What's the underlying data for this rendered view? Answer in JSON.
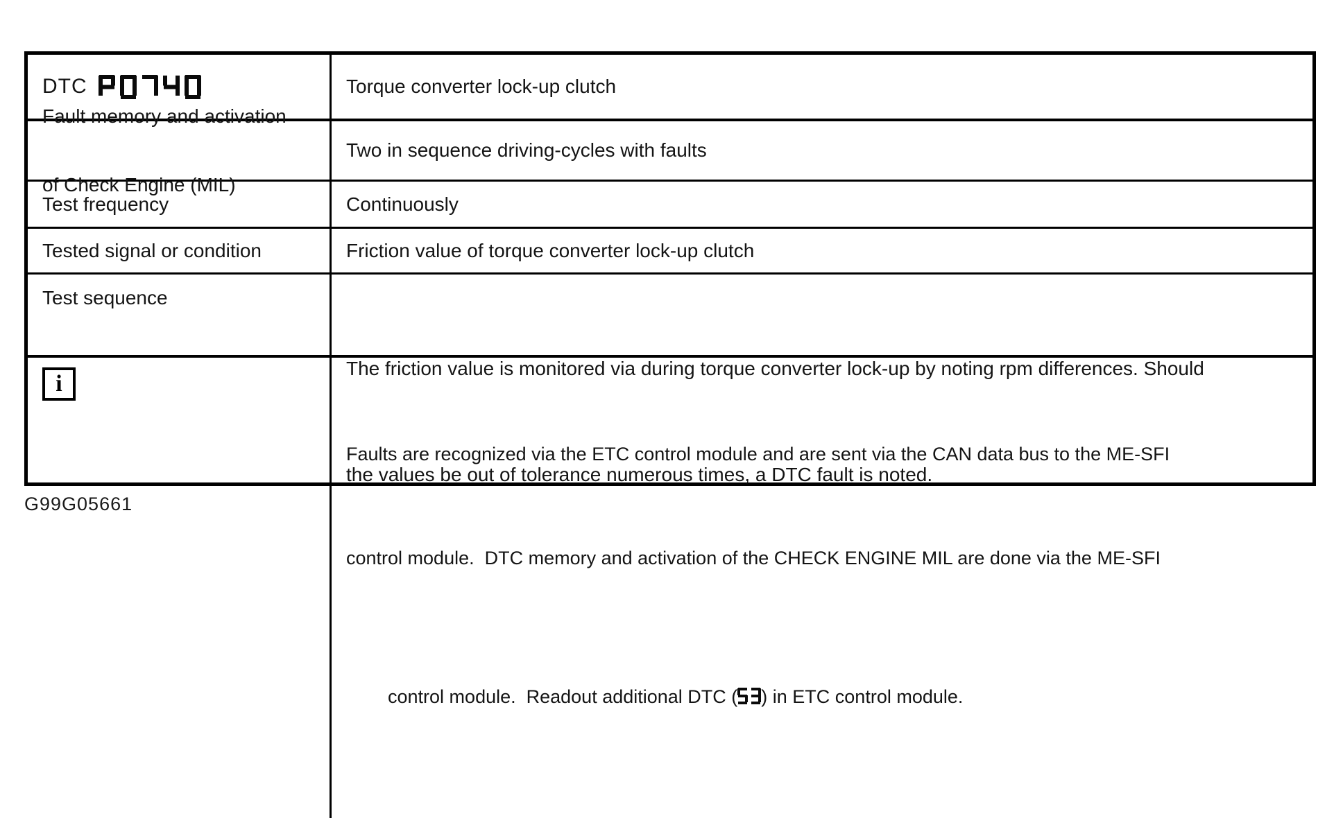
{
  "page": {
    "caption": "G99G05661",
    "background_color": "#ffffff",
    "text_color": "#141414",
    "border_color": "#000000"
  },
  "table": {
    "rows": [
      {
        "label_prefix": "DTC",
        "label_lcd_code": "P0740",
        "value": "Torque converter lock-up clutch"
      },
      {
        "label_line1": "Fault memory and activation",
        "label_line2": "of Check Engine (MIL)",
        "value": "Two in sequence driving-cycles with faults"
      },
      {
        "label": "Test frequency",
        "value": "Continuously"
      },
      {
        "label": "Tested signal or condition",
        "value": "Friction value of torque converter lock-up clutch"
      },
      {
        "label": "Test sequence",
        "value_line1": "The friction value is monitored via during torque converter lock-up by noting rpm differences. Should",
        "value_line2": "the values be out of tolerance numerous times, a DTC fault is noted."
      },
      {
        "icon": "info-icon",
        "icon_glyph": "i",
        "value_line1": "Faults are recognized via the ETC control module and are sent via the CAN data bus to the ME-SFI",
        "value_line2": "control module.  DTC memory and activation of the CHECK ENGINE MIL are done via the ME-SFI",
        "value_line3_pre": "control module.  Readout additional DTC (",
        "value_line3_lcd": "53",
        "value_line3_post": ") in ETC control module."
      }
    ]
  }
}
